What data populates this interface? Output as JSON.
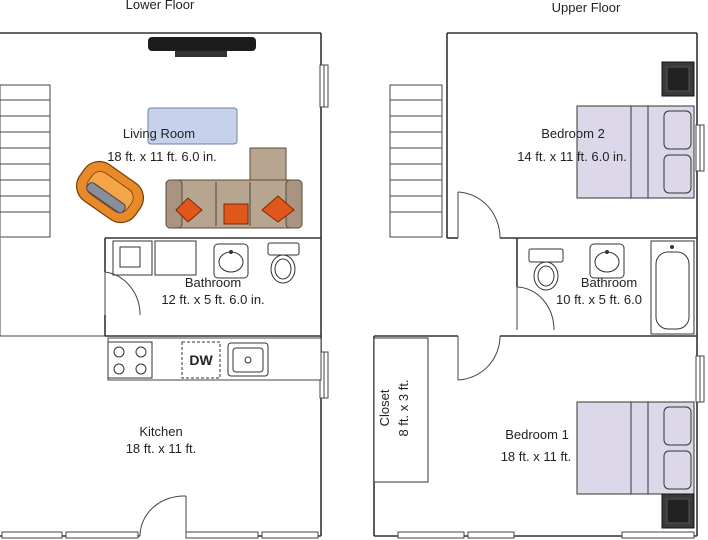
{
  "floors": {
    "lower": {
      "title": "Lower Floor",
      "rooms": {
        "living_room": {
          "name": "Living Room",
          "dims": "18 ft. x 11 ft. 6.0 in."
        },
        "bathroom": {
          "name": "Bathroom",
          "dims": "12 ft. x 5 ft. 6.0 in."
        },
        "kitchen": {
          "name": "Kitchen",
          "dims": "18 ft. x 11 ft."
        }
      },
      "appliances": {
        "dishwasher": "DW"
      }
    },
    "upper": {
      "title": "Upper Floor",
      "rooms": {
        "bedroom2": {
          "name": "Bedroom 2",
          "dims": "14 ft. x 11 ft. 6.0 in."
        },
        "bathroom": {
          "name": "Bathroom",
          "dims": "10 ft. x 5 ft. 6.0"
        },
        "closet": {
          "name": "Closet",
          "dims": "8 ft. x 3 ft."
        },
        "bedroom1": {
          "name": "Bedroom 1",
          "dims": "18 ft. x 11 ft."
        }
      }
    }
  },
  "colors": {
    "wall": "#333333",
    "bed_fill": "#dcd8ea",
    "sofa": "#b8a58f",
    "pillow": "#e0571c",
    "chair_orange": "#e98a2a",
    "rug": "#c6d1ec"
  }
}
